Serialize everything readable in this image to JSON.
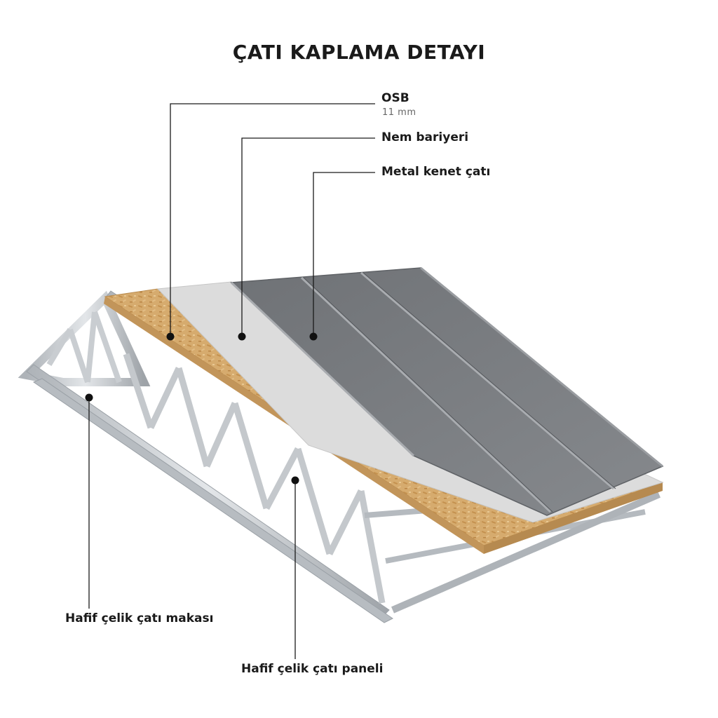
{
  "title": "ÇATI KAPLAMA DETAYI",
  "labels": {
    "osb": "OSB",
    "osb_thickness": "11 mm",
    "moisture_barrier": "Nem bariyeri",
    "metal_seam_roof": "Metal kenet çatı",
    "steel_truss": "Hafif çelik çatı makası",
    "steel_panel": "Hafif çelik çatı paneli"
  },
  "colors": {
    "text": "#1a1a1a",
    "subtext": "#666666",
    "osb": "#d4a86a",
    "membrane": "#d9d9d9",
    "metal": "#7a7d81",
    "steel": "#c4c8cc"
  }
}
